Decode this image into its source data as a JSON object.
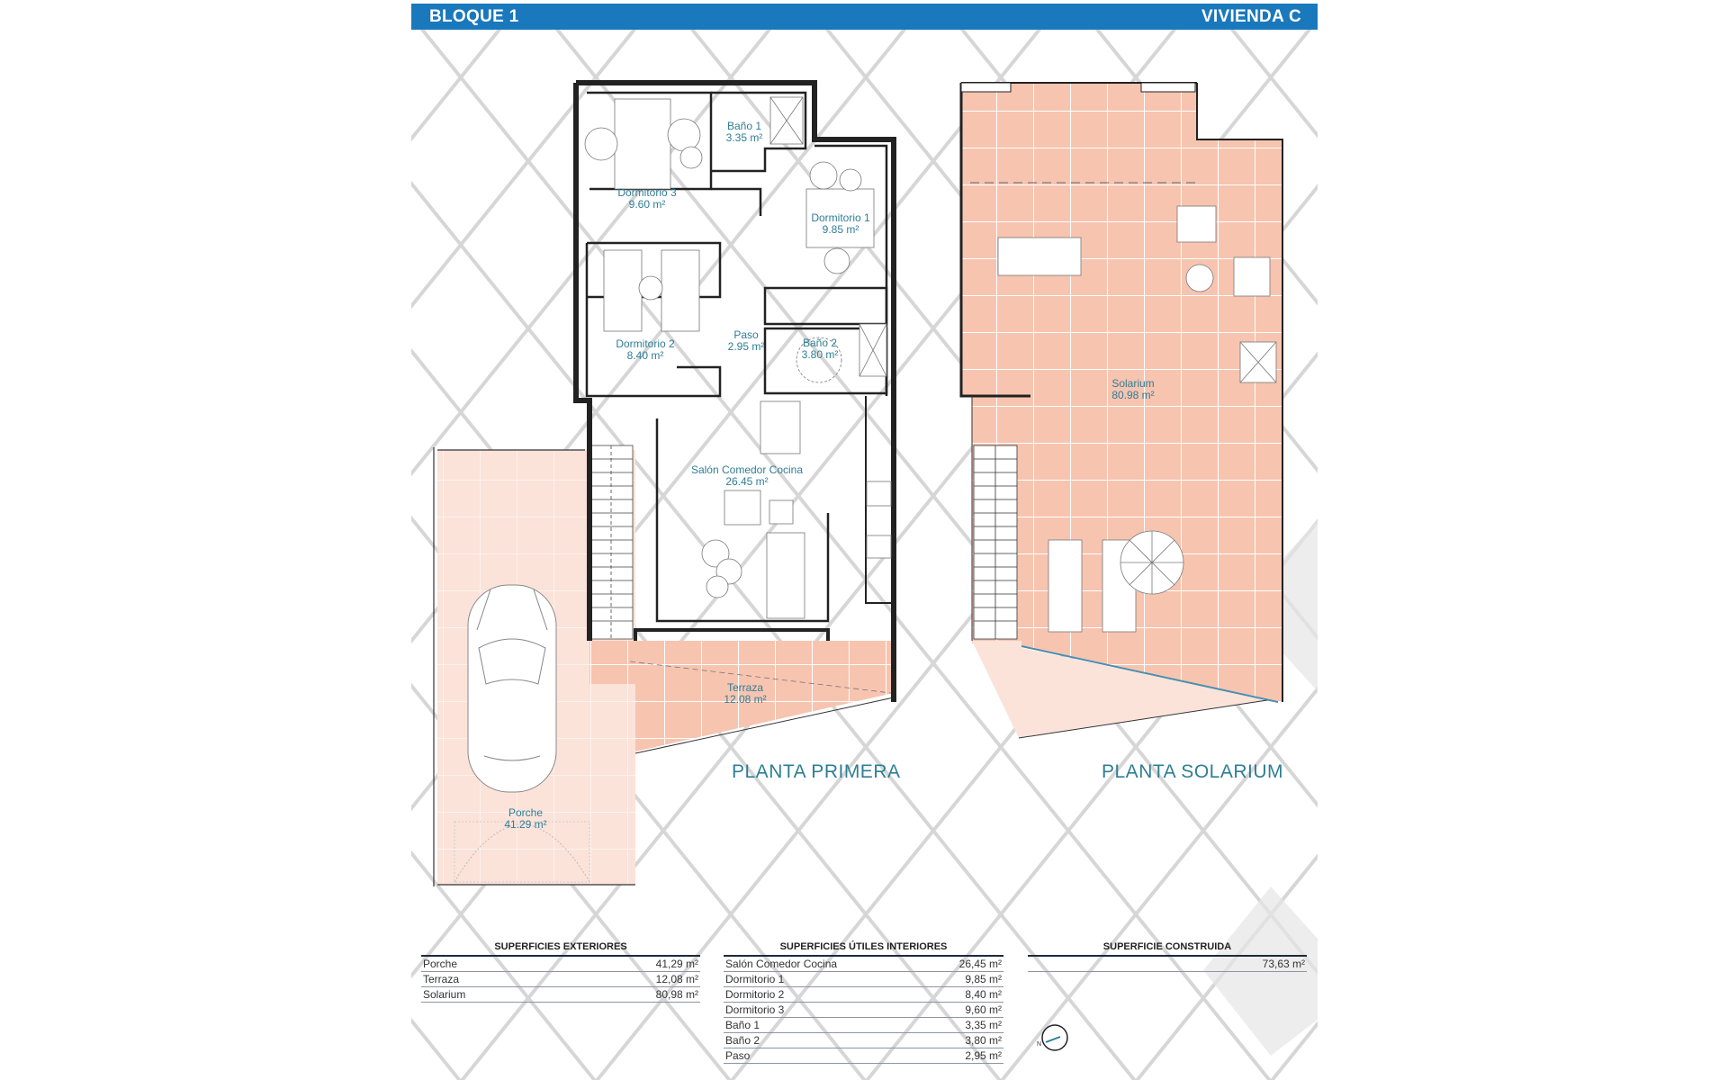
{
  "header": {
    "block_label": "BLOQUE 1",
    "unit_label": "VIVIENDA C",
    "bar_color": "#1a78bd"
  },
  "plans": {
    "first_floor": {
      "title": "PLANTA PRIMERA",
      "rooms": [
        {
          "name": "Baño 1",
          "area": "3.35 m²"
        },
        {
          "name": "Dormitorio 3",
          "area": "9.60 m²"
        },
        {
          "name": "Dormitorio 1",
          "area": "9.85 m²"
        },
        {
          "name": "Dormitorio 2",
          "area": "8.40 m²"
        },
        {
          "name": "Paso",
          "area": "2.95 m²"
        },
        {
          "name": "Baño 2",
          "area": "3.80 m²"
        },
        {
          "name": "Salón Comedor Cocina",
          "area": "26.45 m²"
        },
        {
          "name": "Terraza",
          "area": "12.08 m²"
        },
        {
          "name": "Porche",
          "area": "41.29 m²"
        }
      ]
    },
    "solarium": {
      "title": "PLANTA SOLARIUM",
      "rooms": [
        {
          "name": "Solarium",
          "area": "80.98 m²"
        }
      ]
    },
    "colors": {
      "terrace_fill": "#f7c4b0",
      "porch_fill": "#fbe3da",
      "label_text": "#2f7e95"
    }
  },
  "tables": {
    "exteriores": {
      "title": "SUPERFICIES EXTERIORES",
      "rows": [
        {
          "label": "Porche",
          "value": "41,29 m²"
        },
        {
          "label": "Terraza",
          "value": "12,08 m²"
        },
        {
          "label": "Solarium",
          "value": "80,98 m²"
        }
      ]
    },
    "interiores": {
      "title": "SUPERFICIES ÚTILES INTERIORES",
      "rows": [
        {
          "label": "Salón Comedor Cocina",
          "value": "26,45 m²"
        },
        {
          "label": "Dormitorio 1",
          "value": "9,85 m²"
        },
        {
          "label": "Dormitorio 2",
          "value": "8,40 m²"
        },
        {
          "label": "Dormitorio 3",
          "value": "9,60 m²"
        },
        {
          "label": "Baño 1",
          "value": "3,35 m²"
        },
        {
          "label": "Baño 2",
          "value": "3,80 m²"
        },
        {
          "label": "Paso",
          "value": "2,95 m²"
        }
      ]
    },
    "construida": {
      "title": "SUPERFICIE CONSTRUIDA",
      "rows": [
        {
          "label": "",
          "value": "73,63 m²"
        }
      ]
    }
  },
  "compass": {
    "north_label": "N"
  }
}
